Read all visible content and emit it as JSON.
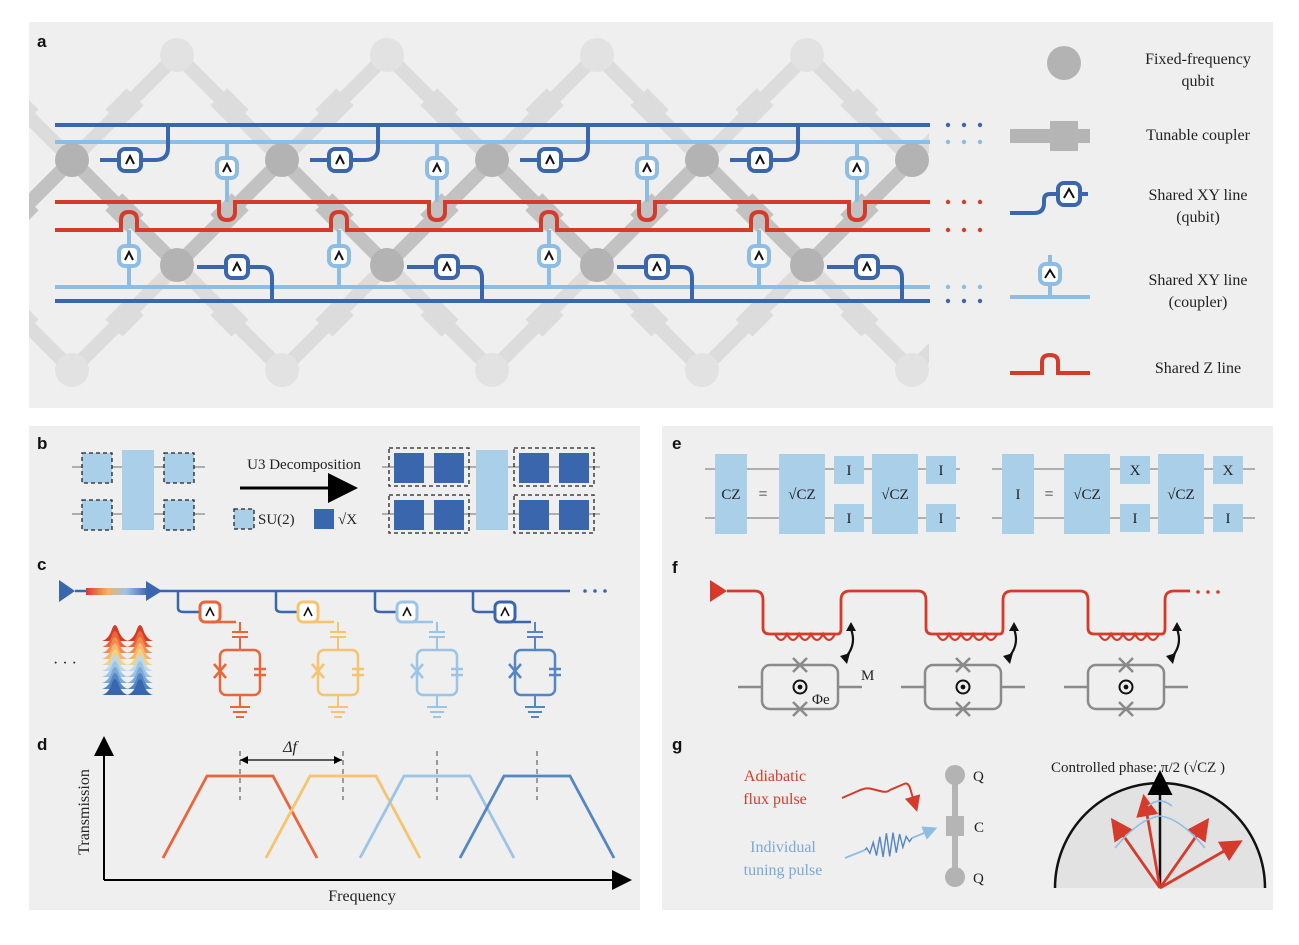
{
  "panel_a": {
    "label": "a",
    "legend": {
      "qubit_l1": "Fixed-frequency",
      "qubit_l2": "qubit",
      "coupler": "Tunable coupler",
      "xy_qubit_l1": "Shared XY line",
      "xy_qubit_l2": "(qubit)",
      "xy_coupler_l1": "Shared XY line",
      "xy_coupler_l2": "(coupler)",
      "z_line": "Shared Z line"
    }
  },
  "panel_b": {
    "label": "b",
    "arrow_label": "U3 Decomposition",
    "su2_label": "SU(2)",
    "sqrtx_label": "√X"
  },
  "panel_c": {
    "label": "c",
    "ellipsis": "· · ·"
  },
  "panel_d": {
    "label": "d",
    "delta_label": "Δf",
    "ylabel": "Transmission",
    "xlabel": "Frequency"
  },
  "panel_e": {
    "label": "e",
    "cz": "CZ",
    "eq": "=",
    "sqrtcz": "√CZ",
    "i": "I",
    "x": "X"
  },
  "panel_f": {
    "label": "f",
    "m_label": "M",
    "phi_label": "Φe"
  },
  "panel_g": {
    "label": "g",
    "adiabatic_l1": "Adiabatic",
    "adiabatic_l2": "flux pulse",
    "individual_l1": "Individual",
    "individual_l2": "tuning pulse",
    "q_top": "Q",
    "c": "C",
    "q_bottom": "Q",
    "controlled_phase": "Controlled phase:  π/2  (√CZ )"
  },
  "colors": {
    "dark_blue": "#3a66ad",
    "light_blue": "#8ebde4",
    "red": "#d63a2a",
    "gray": "#b5b5b5",
    "panel_bg": "#efefef"
  }
}
